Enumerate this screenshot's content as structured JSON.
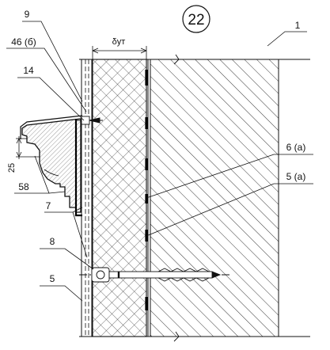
{
  "sheet_number": "22",
  "dimensions": {
    "insulation_thickness": "δут",
    "bracket_height": "25"
  },
  "callouts": {
    "wall": "1",
    "plaster_base": "9",
    "fastener_ref": "46 (б)",
    "screw": "14",
    "profile": "58",
    "mesh": "7",
    "dowel": "8",
    "plaster_coat": "5",
    "adhesive_strip": "6 (а)",
    "adhesive_layer": "5 (а)"
  }
}
